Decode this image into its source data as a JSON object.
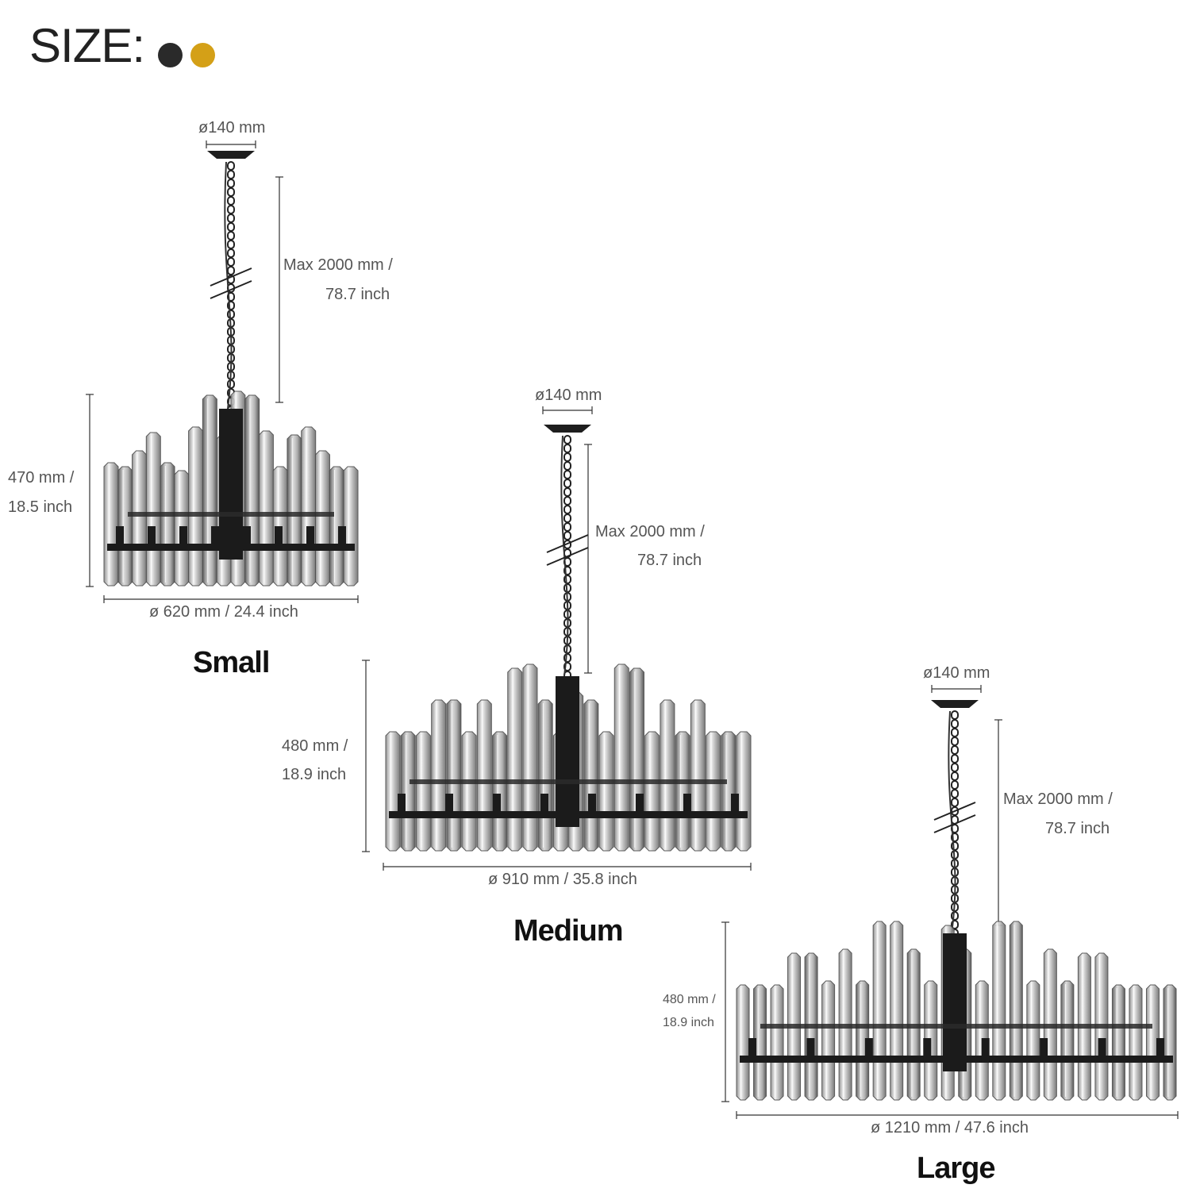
{
  "header": {
    "title": "SIZE:",
    "color_options": [
      {
        "name": "black",
        "hex": "#2a2a2a"
      },
      {
        "name": "gold",
        "hex": "#d4a017"
      }
    ]
  },
  "variants": [
    {
      "name": "Small",
      "canopy_diameter": "ø140 mm",
      "max_length_line1": "Max  2000 mm /",
      "max_length_line2": "78.7 inch",
      "height_line1": "470 mm /",
      "height_line2": "18.5 inch",
      "diameter": "ø 620 mm / 24.4 inch"
    },
    {
      "name": "Medium",
      "canopy_diameter": "ø140 mm",
      "max_length_line1": "Max  2000 mm /",
      "max_length_line2": "78.7 inch",
      "height_line1": "480 mm /",
      "height_line2": "18.9 inch",
      "diameter": "ø 910 mm / 35.8 inch"
    },
    {
      "name": "Large",
      "canopy_diameter": "ø140 mm",
      "max_length_line1": "Max  2000 mm /",
      "max_length_line2": "78.7 inch",
      "height_line1": "480 mm /",
      "height_line2": "18.9 inch",
      "diameter": "ø 1210 mm / 47.6 inch"
    }
  ]
}
